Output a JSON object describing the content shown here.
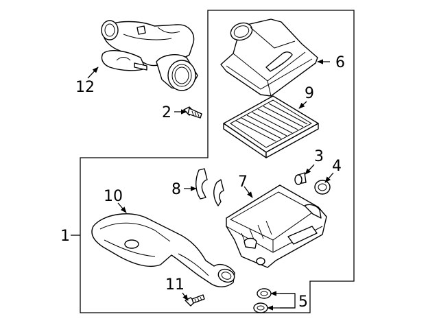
{
  "callouts": {
    "c1": "1",
    "c2": "2",
    "c3": "3",
    "c4": "4",
    "c5": "5",
    "c6": "6",
    "c7": "7",
    "c8": "8",
    "c9": "9",
    "c10": "10",
    "c11": "11",
    "c12": "12"
  },
  "parts": [
    {
      "id": "1",
      "part": "air-cleaner-assembly"
    },
    {
      "id": "2",
      "part": "bolt"
    },
    {
      "id": "3",
      "part": "grommet"
    },
    {
      "id": "4",
      "part": "grommet"
    },
    {
      "id": "5",
      "part": "grommets"
    },
    {
      "id": "6",
      "part": "upper-cover"
    },
    {
      "id": "7",
      "part": "lower-housing"
    },
    {
      "id": "8",
      "part": "clips"
    },
    {
      "id": "9",
      "part": "air-filter-element"
    },
    {
      "id": "10",
      "part": "inlet-duct"
    },
    {
      "id": "11",
      "part": "bolt"
    },
    {
      "id": "12",
      "part": "outlet-tube"
    }
  ]
}
